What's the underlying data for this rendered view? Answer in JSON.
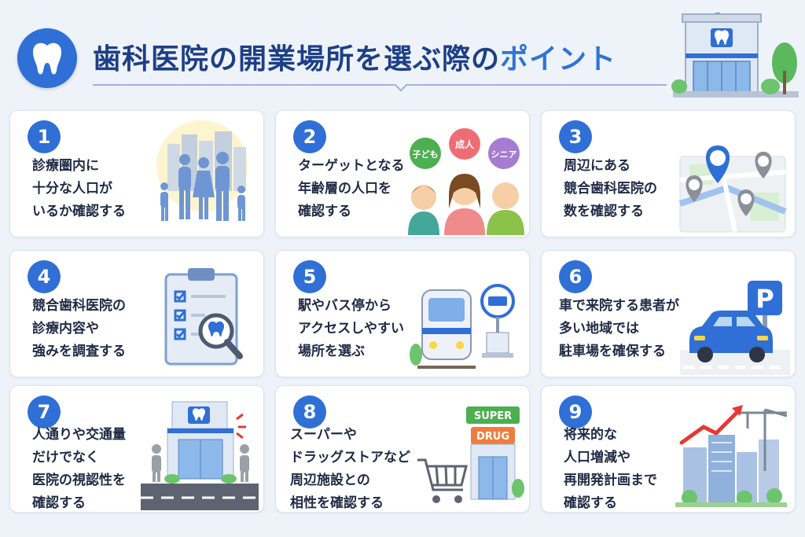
{
  "header": {
    "title_main": "歯科医院の開業場所を選ぶ際の",
    "title_accent": "ポイント"
  },
  "cards": [
    {
      "num": "1",
      "lines": [
        "診療圏内に",
        "十分な人口が",
        "いるか確認する"
      ]
    },
    {
      "num": "2",
      "lines": [
        "ターゲットとなる",
        "年齢層の人口を",
        "確認する"
      ],
      "bubbles": [
        "子ども",
        "成人",
        "シニア"
      ]
    },
    {
      "num": "3",
      "lines": [
        "周辺にある",
        "競合歯科医院の",
        "数を確認する"
      ]
    },
    {
      "num": "4",
      "lines": [
        "競合歯科医院の",
        "診療内容や",
        "強みを調査する"
      ]
    },
    {
      "num": "5",
      "lines": [
        "駅やバス停から",
        "アクセスしやすい",
        "場所を選ぶ"
      ]
    },
    {
      "num": "6",
      "lines": [
        "車で来院する患者が",
        "多い地域では",
        "駐車場を確保する"
      ],
      "sign": "P"
    },
    {
      "num": "7",
      "lines": [
        "人通りや交通量",
        "だけでなく",
        "医院の視認性を",
        "確認する"
      ]
    },
    {
      "num": "8",
      "lines": [
        "スーパーや",
        "ドラッグストアなど",
        "周辺施設との",
        "相性を確認する"
      ],
      "signs": [
        "SUPER",
        "DRUG"
      ]
    },
    {
      "num": "9",
      "lines": [
        "将来的な",
        "人口増減や",
        "再開発計画まで",
        "確認する"
      ]
    }
  ],
  "colors": {
    "primary": "#2f6fd6",
    "title": "#1e3f86",
    "accent": "#2f74d8",
    "background": "#eef3fa",
    "green": "#4caf50",
    "orange": "#ef7d3c",
    "red": "#e53935"
  },
  "icons": [
    "tooth-icon",
    "building-icon",
    "family-icon",
    "people-icon",
    "map-pin-icon",
    "clipboard-icon",
    "train-icon",
    "bus-stop-icon",
    "parking-icon",
    "car-icon",
    "clinic-icon",
    "cart-icon",
    "crane-icon",
    "growth-arrow-icon"
  ]
}
